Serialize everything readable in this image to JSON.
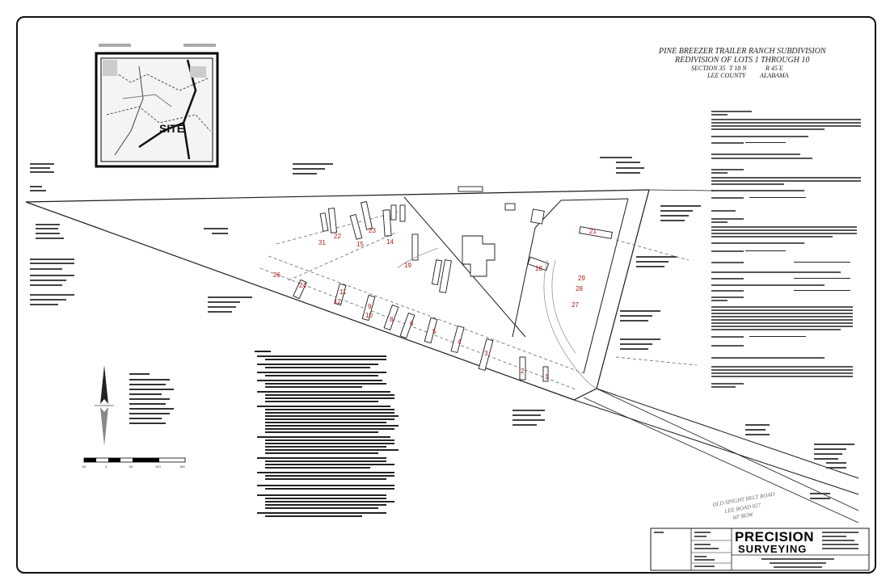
{
  "title": {
    "line1": "PINE BREEZER TRAILER RANCH SUBDIVISION",
    "line2": "REDIVISION OF LOTS 1 THROUGH 10",
    "section": "SECTION 35",
    "township": "T 18 N",
    "range": "R 45 E",
    "county": "LEE COUNTY",
    "state": "ALABAMA"
  },
  "vicinity_map": {
    "site_label": "SITE"
  },
  "lots": [
    {
      "number": "1"
    },
    {
      "number": "2"
    },
    {
      "number": "3"
    },
    {
      "number": "4"
    },
    {
      "number": "5"
    },
    {
      "number": "6"
    },
    {
      "number": "8"
    },
    {
      "number": "9"
    },
    {
      "number": "10"
    },
    {
      "number": "11"
    },
    {
      "number": "12"
    },
    {
      "number": "14"
    },
    {
      "number": "15"
    },
    {
      "number": "18"
    },
    {
      "number": "19"
    },
    {
      "number": "21"
    },
    {
      "number": "22"
    },
    {
      "number": "23"
    },
    {
      "number": "24"
    },
    {
      "number": "26"
    },
    {
      "number": "27"
    },
    {
      "number": "28"
    },
    {
      "number": "29"
    },
    {
      "number": "31"
    }
  ],
  "road_label": {
    "line1": "OLD SPIGHT BELT ROAD",
    "line2": "LEE ROAD 027",
    "line3": "60' ROW"
  },
  "scale_bar": {
    "ticks": [
      "60",
      "0",
      "60",
      "120",
      "180"
    ]
  },
  "company": {
    "name_top": "PRECISION",
    "name_bottom": "SURVEYING"
  },
  "colors": {
    "line": "#1a1a1a",
    "lot_number": "#b01818",
    "dashed": "#666666"
  }
}
